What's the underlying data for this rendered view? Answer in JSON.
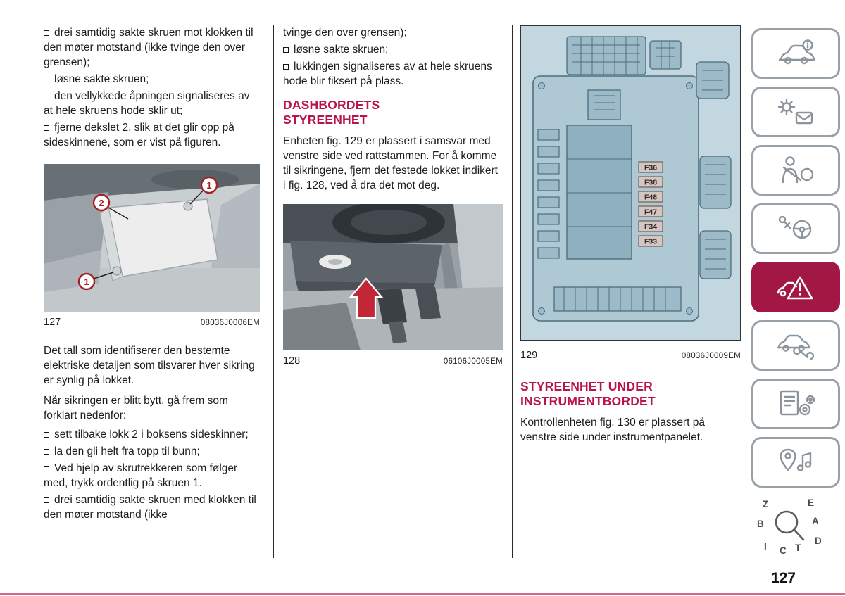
{
  "page": {
    "number": "127"
  },
  "left_column": {
    "bullets_top": [
      "drei samtidig sakte skruen mot klokken til den møter motstand (ikke tvinge den over grensen);",
      "løsne sakte skruen;",
      "den vellykkede åpningen signaliseres av at hele skruens hode sklir ut;",
      "fjerne dekslet 2, slik at det glir opp på sideskinnene, som er vist på figuren."
    ],
    "figure": {
      "label": "127",
      "code": "08036J0006EM",
      "callouts": [
        "1",
        "2",
        "1"
      ]
    },
    "paragraphs": [
      "Det tall som identifiserer den bestemte elektriske detaljen som tilsvarer hver sikring er synlig på lokket.",
      "Når sikringen er blitt bytt, gå frem som forklart nedenfor:"
    ],
    "bullets_bottom": [
      "sett tilbake lokk 2 i boksens sideskinner;",
      "la den gli helt fra topp til bunn;",
      "Ved hjelp av skrutrekkeren som følger med, trykk ordentlig på skruen 1.",
      "drei samtidig sakte skruen med klokken til den møter motstand (ikke"
    ]
  },
  "middle_column": {
    "continuation": "tvinge den over grensen);",
    "bullets": [
      "løsne sakte skruen;",
      "lukkingen signaliseres av at hele skruens hode blir fiksert på plass."
    ],
    "heading": "DASHBORDETS STYREENHET",
    "paragraph": "Enheten fig. 129 er plassert i samsvar med venstre side ved rattstammen. For å komme til sikringene, fjern det festede lokket indikert i fig. 128, ved å dra det mot deg.",
    "figure": {
      "label": "128",
      "code": "06106J0005EM"
    }
  },
  "right_column": {
    "figure": {
      "label": "129",
      "code": "08036J0009EM",
      "fuses": [
        "F36",
        "F38",
        "F48",
        "F47",
        "F34",
        "F33"
      ]
    },
    "heading": "STYREENHET UNDER INSTRUMENTBORDET",
    "paragraph": "Kontrollenheten fig. 130 er plassert på venstre side under instrumentpanelet."
  },
  "sidebar": {
    "accent_color": "#a31744",
    "index_letters": [
      "Z",
      "E",
      "B",
      "A",
      "I",
      "C",
      "T",
      "D"
    ],
    "items": [
      {
        "icon": "car-info-icon",
        "active": false
      },
      {
        "icon": "warning-lights-icon",
        "active": false
      },
      {
        "icon": "passenger-safety-icon",
        "active": false
      },
      {
        "icon": "starting-driving-icon",
        "active": false
      },
      {
        "icon": "emergency-icon",
        "active": true
      },
      {
        "icon": "service-maintenance-icon",
        "active": false
      },
      {
        "icon": "technical-data-icon",
        "active": false
      },
      {
        "icon": "multimedia-icon",
        "active": false
      },
      {
        "icon": "alphabetical-index-icon",
        "active": false
      }
    ]
  },
  "colors": {
    "heading": "#b8134e",
    "callout": "#a32125",
    "arrow": "#c22738"
  }
}
